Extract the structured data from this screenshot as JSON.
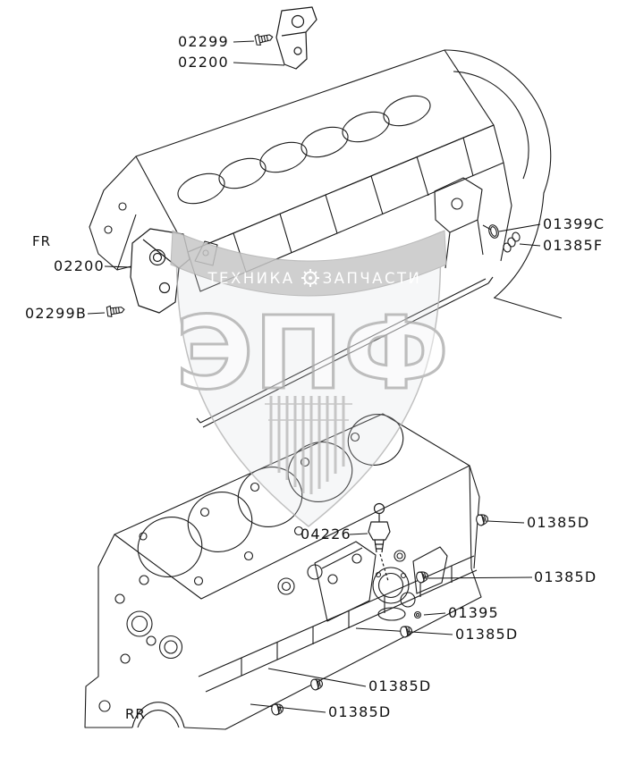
{
  "diagram": {
    "type": "engine-parts-exploded-view",
    "orientation": {
      "front": "FR",
      "rear": "RR"
    },
    "callouts": [
      {
        "part": "02299"
      },
      {
        "part": "02200"
      },
      {
        "part": "02200"
      },
      {
        "part": "02299B"
      },
      {
        "part": "01399C"
      },
      {
        "part": "01385F"
      },
      {
        "part": "04226"
      },
      {
        "part": "01385D"
      },
      {
        "part": "01385D"
      },
      {
        "part": "01395"
      },
      {
        "part": "01385D"
      },
      {
        "part": "01385D"
      },
      {
        "part": "01385D"
      }
    ]
  },
  "watermark": {
    "banner_left": "ТЕХНИКА",
    "banner_right": "ЗАПЧАСТИ",
    "big_text": "ЭПФ"
  },
  "colors": {
    "line": "#1a1a1a",
    "watermark_gray": "#b5b5b5",
    "band_gray": "#c7c7c7"
  }
}
